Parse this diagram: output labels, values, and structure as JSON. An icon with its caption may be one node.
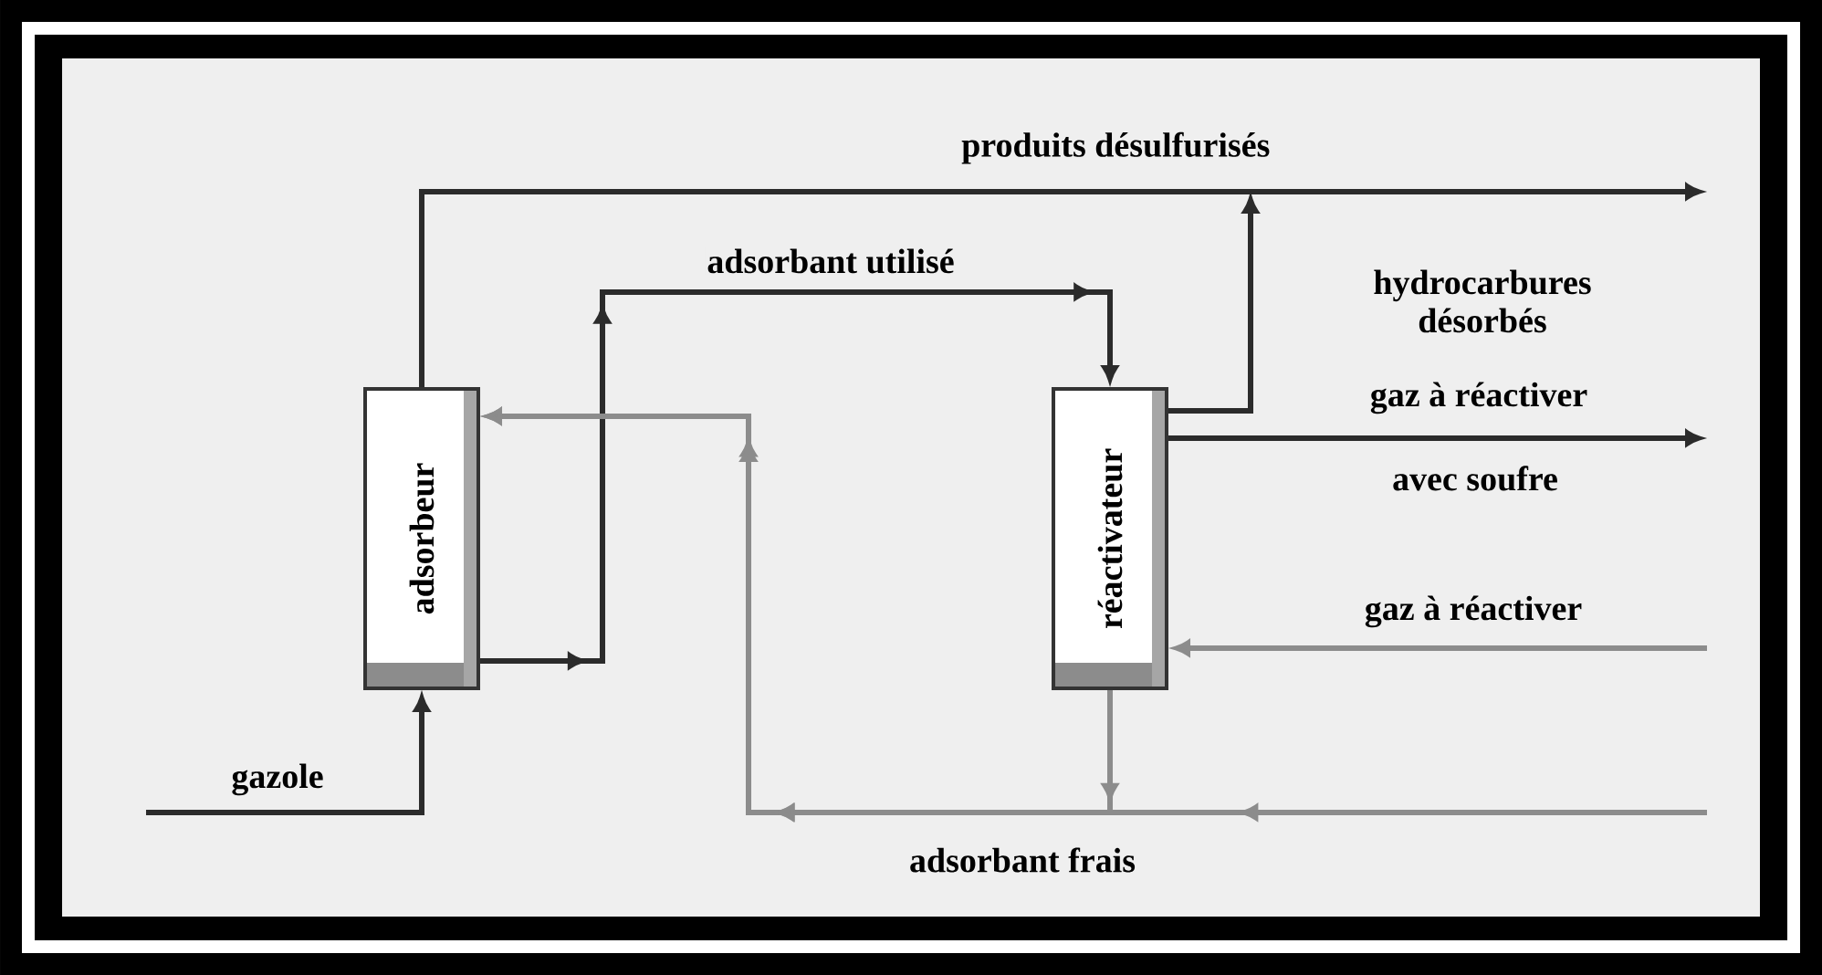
{
  "diagram": {
    "nodes": [
      {
        "text": [
          "adsorbeur"
        ]
      },
      {
        "text": [
          "réactivateur"
        ]
      }
    ],
    "edges": [
      {
        "from": null,
        "to": 0,
        "arrow": "to",
        "label": "gazole"
      },
      {
        "from": 0,
        "to": null,
        "arrow": "to",
        "label": "produits désulfurisés"
      },
      {
        "from": 0,
        "to": 1,
        "arrow": "to",
        "label": "adsorbant utilisé"
      },
      {
        "from": 1,
        "to": null,
        "arrow": "to",
        "label": "hydrocarbures désorbés"
      },
      {
        "from": 1,
        "to": null,
        "arrow": "to"
      },
      {
        "from": null,
        "to": 1,
        "arrow": "to",
        "label": "gaz à réactiver",
        "color": "#8c8c8c"
      },
      {
        "from": 1,
        "to": 0,
        "arrow": "to",
        "label": "adsorbant frais",
        "color": "#8c8c8c"
      },
      {
        "from": null,
        "to": 0,
        "arrow": "to",
        "color": "#8c8c8c"
      }
    ],
    "labels": [
      "gaz à réactiver",
      "avec soufre"
    ]
  }
}
